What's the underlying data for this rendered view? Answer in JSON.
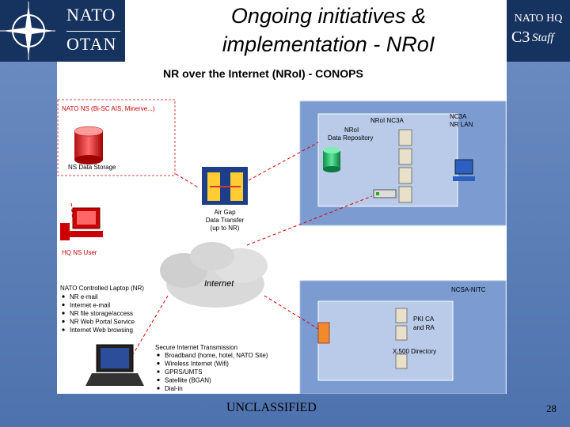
{
  "header": {
    "title_line1": "Ongoing initiatives &",
    "title_line2": "implementation - NRoI",
    "logo_top": "NATO",
    "logo_bottom": "OTAN",
    "hq_line1": "NATO HQ",
    "hq_line2": "Staff",
    "hq_c3": "C3"
  },
  "diagram": {
    "heading": "NR over the Internet (NRoI) - CONOPS",
    "nato_ns_label": "NATO NS (Bi-SC AIS, Minerve...)",
    "ns_storage": "NS Data Storage",
    "hq_ns_user": "HQ NS User",
    "air_gap_line1": "Air Gap",
    "air_gap_line2": "Data Transfer",
    "air_gap_line3": "(up to NR)",
    "nroi_nc3a": "NRoI NC3A",
    "nc3a_line1": "NC3A",
    "nc3a_line2": "NR LAN",
    "repo_line1": "NRoI",
    "repo_line2": "Data Repository",
    "internet": "Internet",
    "ncsa": "NCSA-NITC",
    "pki_line1": "PKI CA",
    "pki_line2": "and RA",
    "x500": "X.500 Directory",
    "laptop_title": "NATO Controlled Laptop (NR)",
    "laptop_items": [
      "NR e-mail",
      "Internet e-mail",
      "NR file storage/access",
      "NR Web Portal Service",
      "Internet Web browsing"
    ],
    "secure_title": "Secure Internet Transmission",
    "secure_items": [
      "Broadband (home, hotel, NATO Site)",
      "Wireless Internet (Wifi)",
      "GPRS/UMTS",
      "Satellite (BGAN)",
      "Dial-in"
    ]
  },
  "footer": {
    "classification": "UNCLASSIFIED",
    "page": "28"
  }
}
